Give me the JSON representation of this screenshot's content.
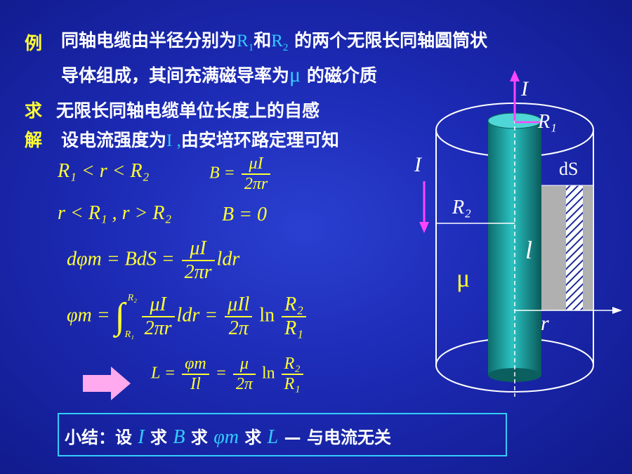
{
  "text": {
    "example_label": "例",
    "example_line1_a": "同轴电缆由半径分别为",
    "r1": "R",
    "r1_sub": "1",
    "example_line1_and": "和",
    "r2": "R",
    "r2_sub": "2",
    "example_line1_b": "的两个无限长同轴圆筒状",
    "example_line2_a": "导体组成，其间充满磁导率为",
    "mu": "μ",
    "example_line2_b": "的磁介质",
    "find_label": "求",
    "find_text": "无限长同轴电缆单位长度上的自感",
    "solution_label": "解",
    "solution_text_a": "设电流强度为",
    "solution_I": "I ,",
    "solution_text_b": "由安培环路定理可知"
  },
  "equations": {
    "cond1": "R₁ < r < R₂",
    "B_lhs": "B =",
    "B_num": "μI",
    "B_den": "2πr",
    "cond2": "r < R₁ , r > R₂",
    "B_zero": "B = 0",
    "dphi_lhs": "dφm = BdS =",
    "dphi_num": "μI",
    "dphi_den": "2πr",
    "dphi_tail": "ldr",
    "phi_lhs": "φm =",
    "int_upper": "R₂",
    "int_lower": "R₁",
    "phi_num": "μI",
    "phi_den": "2πr",
    "phi_tail": "ldr",
    "phi_eq": "=",
    "phi_num2": "μIl",
    "phi_den2": "2π",
    "ln": "ln",
    "ln_num": "R₂",
    "ln_den": "R₁",
    "L_lhs": "L =",
    "L_num1": "φm",
    "L_den1": "Il",
    "L_eq": "=",
    "L_num2": "μ",
    "L_den2": "2π",
    "L_ln": "ln",
    "L_lnnum": "R₂",
    "L_lnden": "R₁"
  },
  "summary": {
    "prefix": "小结：设",
    "I": "I",
    "find1": "求",
    "B": "B",
    "find2": "求",
    "phi": "φm",
    "find3": "求",
    "L": "L",
    "suffix": "— 与电流无关"
  },
  "diagram": {
    "I_top": "I",
    "R1": "R₁",
    "I_left": "I",
    "dS": "dS",
    "R2": "R₂",
    "l": "l",
    "mu": "μ",
    "r": "r"
  },
  "colors": {
    "background": "#1c2ab4",
    "label_yellow": "#ffff33",
    "cyan": "#33ccff",
    "cylinder": "#1aa0a0",
    "arrow_magenta": "#ff44ff",
    "arrow_pink": "#ffaaee"
  }
}
